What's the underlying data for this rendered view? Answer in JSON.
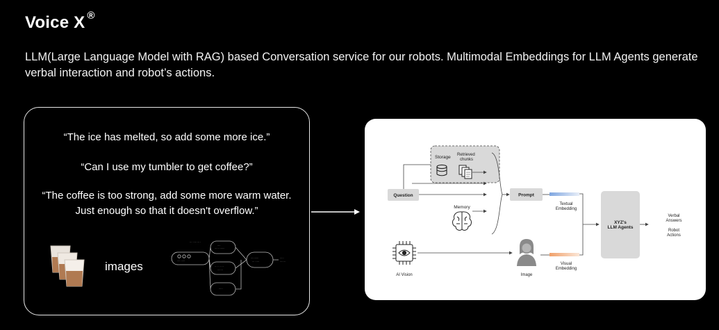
{
  "header": {
    "title": "Voice X",
    "title_mark": "®",
    "description": "LLM(Large Language Model with RAG) based Conversation service for our robots. Multimodal Embeddings for LLM Agents generate verbal interaction and robot’s actions."
  },
  "left_panel": {
    "quotes": [
      "“The ice has melted, so add some more ice.”",
      "“Can I use my tumbler to get coffee?”",
      "“The coffee is too strong, add some more warm water.",
      "Just enough so that it doesn't overflow.”"
    ],
    "images_label": "images"
  },
  "diagram": {
    "storage": "Storage",
    "retrieved": [
      "Retrieved",
      "chunks"
    ],
    "question": "Question",
    "memory": "Memory",
    "prompt": "Prompt",
    "textual": [
      "Textual",
      "Embedding"
    ],
    "visual": [
      "Visual",
      "Embedding"
    ],
    "agents": [
      "XYZ's",
      "LLM Agents"
    ],
    "verbal": [
      "Verbal",
      "Answers"
    ],
    "robot_actions": [
      "Robot",
      "Actions"
    ],
    "ai_vision": "AI Vision",
    "image": "Image"
  },
  "colors": {
    "background": "#000000",
    "panel": "#ffffff",
    "box": "#d9d9d9",
    "textual_bar": "#a9c4ea",
    "visual_bar": "#f2b28a"
  }
}
